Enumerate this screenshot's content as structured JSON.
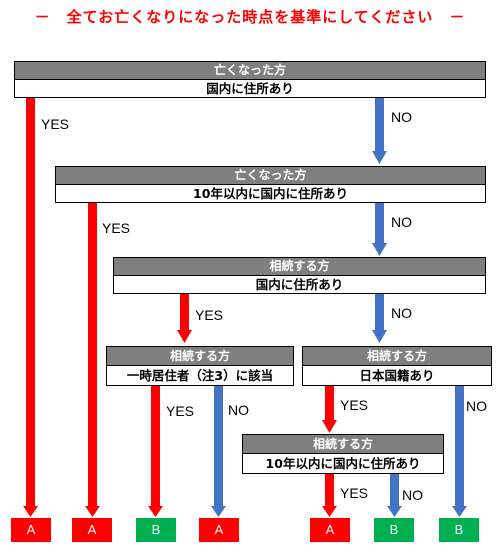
{
  "title": "－　全てお亡くなりになった時点を基準にしてください　－",
  "boxes": {
    "b1": {
      "header": "亡くなった方",
      "body": "国内に住所あり"
    },
    "b2": {
      "header": "亡くなった方",
      "body": "10年以内に国内に住所あり"
    },
    "b3": {
      "header": "相続する方",
      "body": "国内に住所あり"
    },
    "b4": {
      "header": "相続する方",
      "body": "一時居住者（注3）に該当"
    },
    "b5": {
      "header": "相続する方",
      "body": "日本国籍あり"
    },
    "b6": {
      "header": "相続する方",
      "body": "10年以内に国内に住所あり"
    }
  },
  "labels": {
    "yes": "YES",
    "no": "NO"
  },
  "results": [
    "A",
    "A",
    "B",
    "A",
    "A",
    "B",
    "B"
  ],
  "colors": {
    "yes_arrow": "#ff0000",
    "no_arrow": "#4472c4",
    "result_a": "#ff0000",
    "result_b": "#00b050",
    "header_bg": "#7f7f7f"
  }
}
